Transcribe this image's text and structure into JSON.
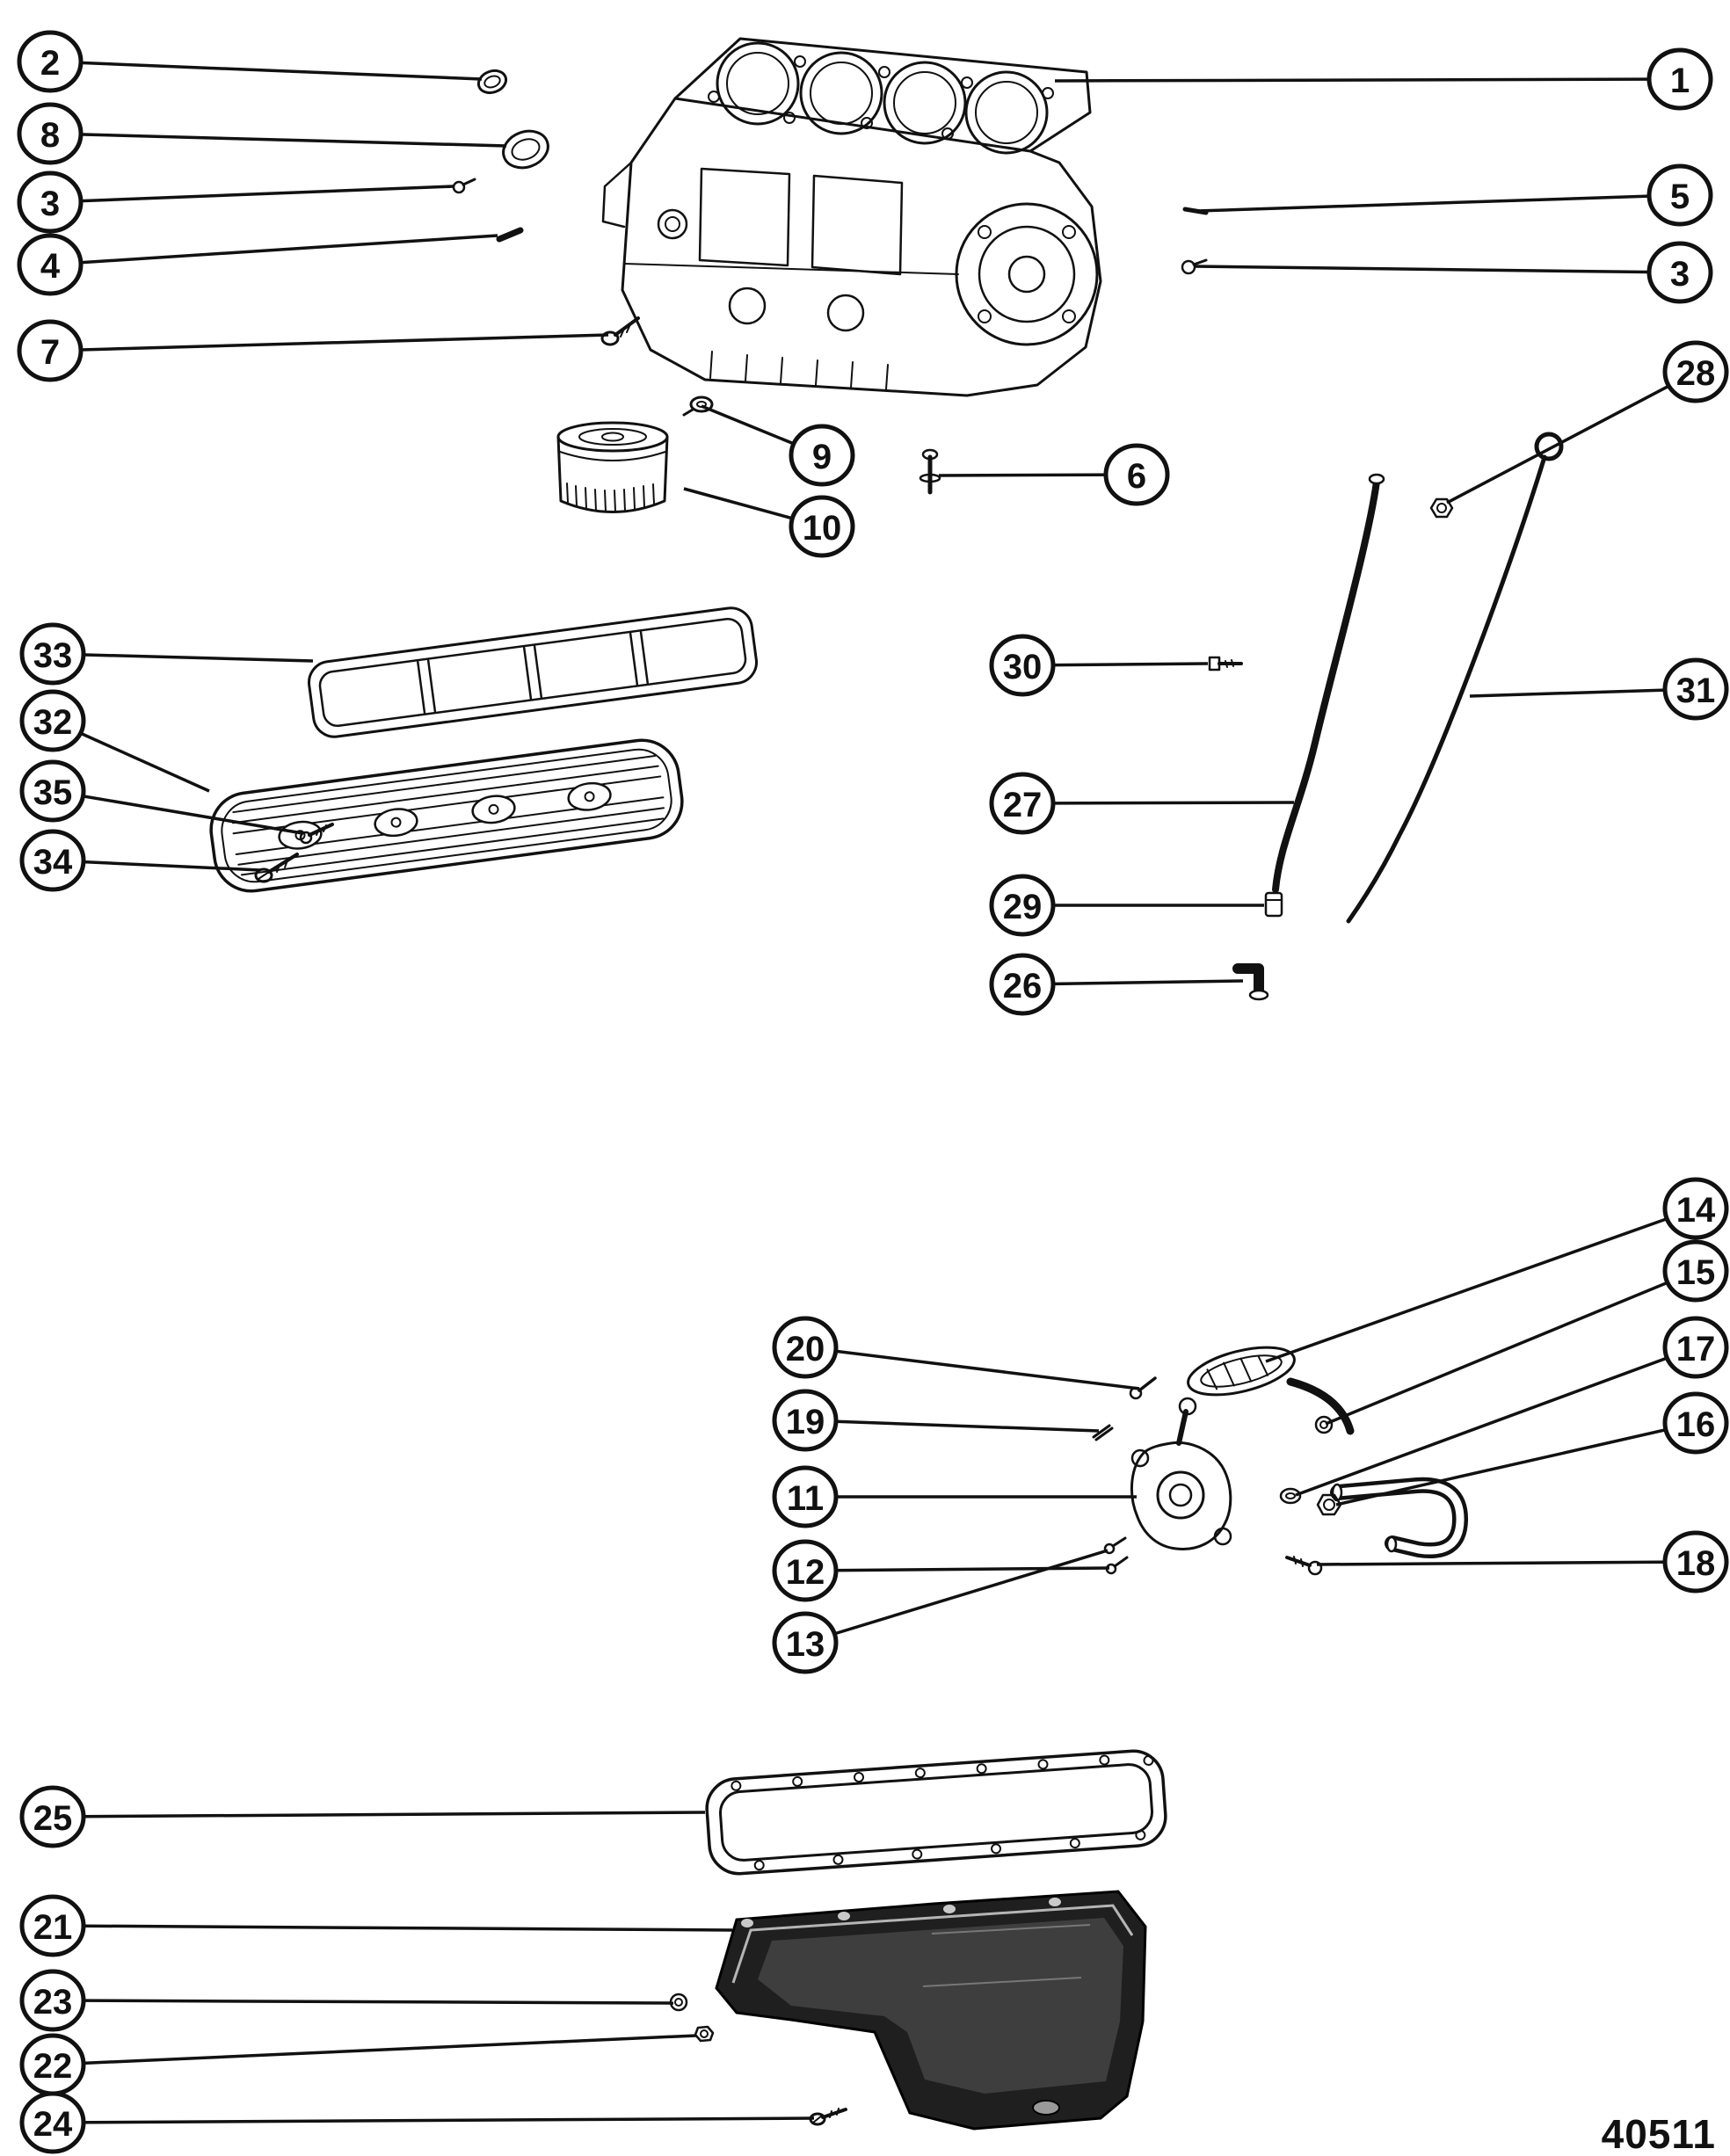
{
  "diagram": {
    "drawing_number": "40511",
    "callouts": [
      {
        "label": "2"
      },
      {
        "label": "8"
      },
      {
        "label": "3"
      },
      {
        "label": "4"
      },
      {
        "label": "7"
      },
      {
        "label": "1"
      },
      {
        "label": "5"
      },
      {
        "label": "3"
      },
      {
        "label": "9"
      },
      {
        "label": "10"
      },
      {
        "label": "6"
      },
      {
        "label": "28"
      },
      {
        "label": "31"
      },
      {
        "label": "33"
      },
      {
        "label": "32"
      },
      {
        "label": "35"
      },
      {
        "label": "34"
      },
      {
        "label": "30"
      },
      {
        "label": "27"
      },
      {
        "label": "29"
      },
      {
        "label": "26"
      },
      {
        "label": "20"
      },
      {
        "label": "19"
      },
      {
        "label": "11"
      },
      {
        "label": "12"
      },
      {
        "label": "13"
      },
      {
        "label": "14"
      },
      {
        "label": "15"
      },
      {
        "label": "17"
      },
      {
        "label": "16"
      },
      {
        "label": "18"
      },
      {
        "label": "25"
      },
      {
        "label": "21"
      },
      {
        "label": "23"
      },
      {
        "label": "22"
      },
      {
        "label": "24"
      }
    ]
  }
}
